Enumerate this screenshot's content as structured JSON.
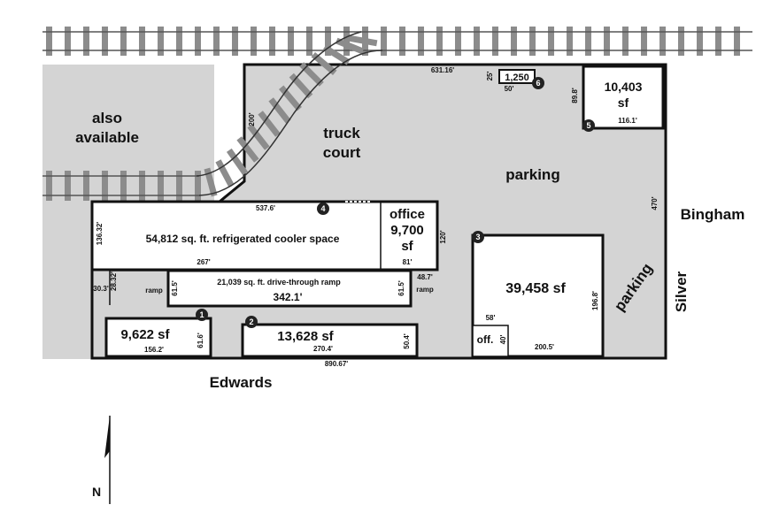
{
  "labels": {
    "also_available": [
      "also",
      "available"
    ],
    "truck_court": [
      "truck",
      "court"
    ],
    "parking_main": "parking",
    "parking_side": "parking",
    "ramp_left": "ramp",
    "ramp_right": "ramp"
  },
  "streets": {
    "bingham": "Bingham",
    "silver": "Silver",
    "edwards": "Edwards"
  },
  "north_label": "N",
  "buildings": {
    "b1": {
      "number": "1",
      "area": "9,622 sf"
    },
    "b2": {
      "number": "2",
      "area": "13,628 sf"
    },
    "b3": {
      "number": "3",
      "area": "39,458 sf",
      "office": "off."
    },
    "b4": {
      "number": "4",
      "area": "54,812 sq. ft. refrigerated cooler space",
      "office": [
        "office",
        "9,700",
        "sf"
      ]
    },
    "b5": {
      "number": "5",
      "area": [
        "10,403",
        "sf"
      ]
    },
    "b6": {
      "number": "6",
      "area": "1,250"
    },
    "ramp": {
      "area": "21,039 sq. ft. drive-through ramp",
      "length": "342.1'"
    }
  },
  "dimensions": {
    "site_top": "631.16'",
    "site_west": "200'",
    "site_east": "470'",
    "site_bottom": "890.67'",
    "b6_height": "25'",
    "b6_width": "50'",
    "b5_height": "89.8'",
    "b5_width": "116.1'",
    "b4_top": "537.6'",
    "b4_left": "136.32'",
    "b4_bottom": "267'",
    "b4_office_width": "81'",
    "b4_right": "120'",
    "ramp_left_h": "61.5'",
    "ramp_right_h": "61.5'",
    "ramp_offset": "48.7'",
    "left_strip_a": "30.3'",
    "left_strip_b": "28.32'",
    "b3_height": "196.8'",
    "b3_width": "200.5'",
    "b3_office_w": "58'",
    "b3_office_h": "40'",
    "b1_width": "156.2'",
    "b1_height": "61.6'",
    "b2_width": "270.4'",
    "b2_height": "50.4'"
  },
  "colors": {
    "site_fill": "#d4d4d4",
    "building_fill": "#ffffff",
    "outline": "#111111",
    "rail": "#555555",
    "tie": "#8c8c8c"
  }
}
